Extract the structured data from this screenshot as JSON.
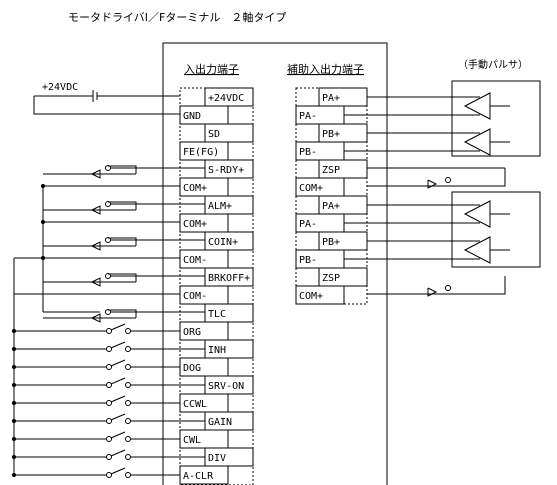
{
  "title": "モータドライバI／Fターミナル　２軸タイプ",
  "io_header": "入出力端子",
  "aux_header": "補助入出力端子",
  "pulser_label": "（手動パルサ）",
  "power_label": "+24VDC",
  "io_terminals": [
    "+24VDC",
    "GND",
    "SD",
    "FE(FG)",
    "S-RDY+",
    "COM+",
    "ALM+",
    "COM+",
    "COIN+",
    "COM-",
    "BRKOFF+",
    "COM-",
    "TLC",
    "ORG",
    "INH",
    "DOG",
    "SRV-ON",
    "CCWL",
    "GAIN",
    "CWL",
    "DIV",
    "A-CLR"
  ],
  "aux_terminals": [
    "PA+",
    "PA-",
    "PB+",
    "PB-",
    "ZSP",
    "COM+",
    "PA+",
    "PA-",
    "PB+",
    "PB-",
    "ZSP",
    "COM+"
  ]
}
